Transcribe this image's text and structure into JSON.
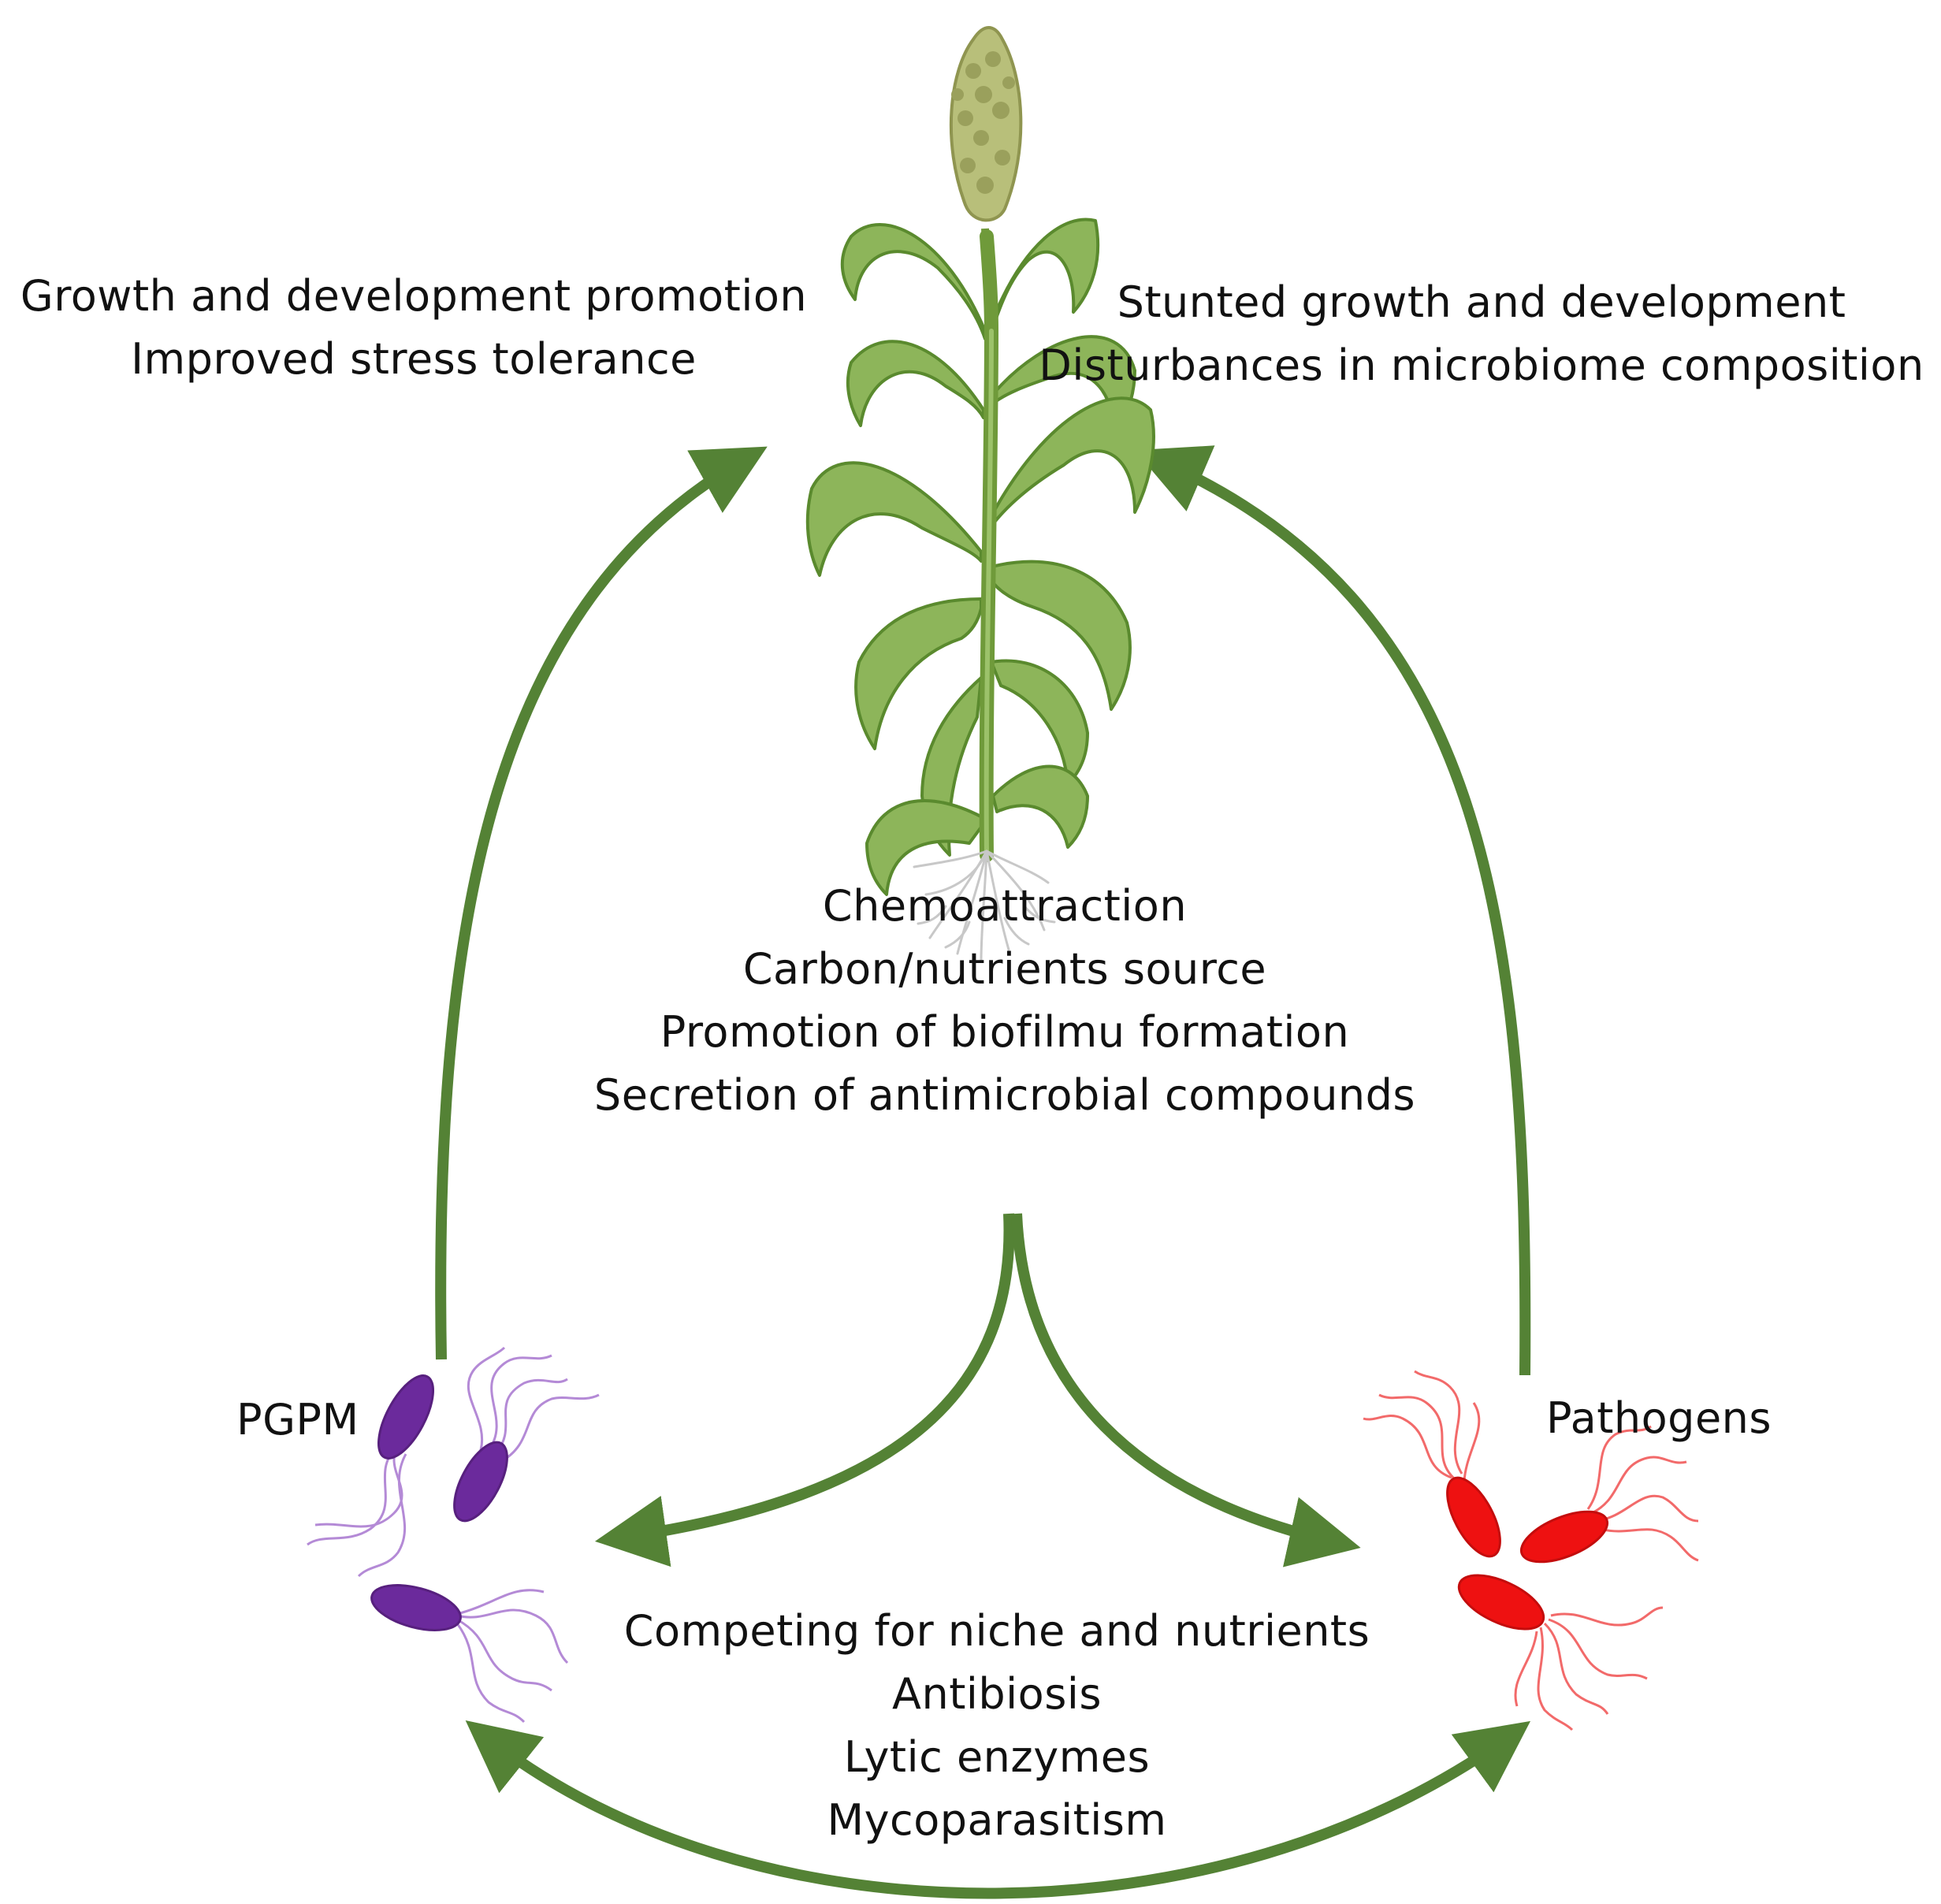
{
  "plant_effects_positive": {
    "lines": [
      "Growth and development promotion",
      "Improved stress tolerance"
    ]
  },
  "plant_effects_negative": {
    "lines": [
      "Stunted growth and development",
      "Disturbances in microbiome composition"
    ]
  },
  "root_exudate_functions": {
    "lines": [
      "Chemoattraction",
      "Carbon/nutrients source",
      "Promotion of biofilmu formation",
      "Secretion of antimicrobial compounds"
    ]
  },
  "microbe_interactions": {
    "lines": [
      "Competing for niche and nutrients",
      "Antibiosis",
      "Lytic enzymes",
      "Mycoparasitism"
    ]
  },
  "pgpm": {
    "label": "PGPM",
    "color": "#6b2a9c",
    "flagella_color": "#b48ad6"
  },
  "pathogens": {
    "label": "Pathogens",
    "color": "#ee1111",
    "flagella_color": "#f26a6a"
  },
  "colors": {
    "arrow": "#548235",
    "stem": "#6f9a3a",
    "leaf_fill": "#8db55a",
    "leaf_stroke": "#5a8a2e",
    "panicle": "#b8bf7a",
    "roots": "#c8c8c8"
  },
  "icons": [
    "plant-icon",
    "roots-icon",
    "bacterium-icon"
  ]
}
